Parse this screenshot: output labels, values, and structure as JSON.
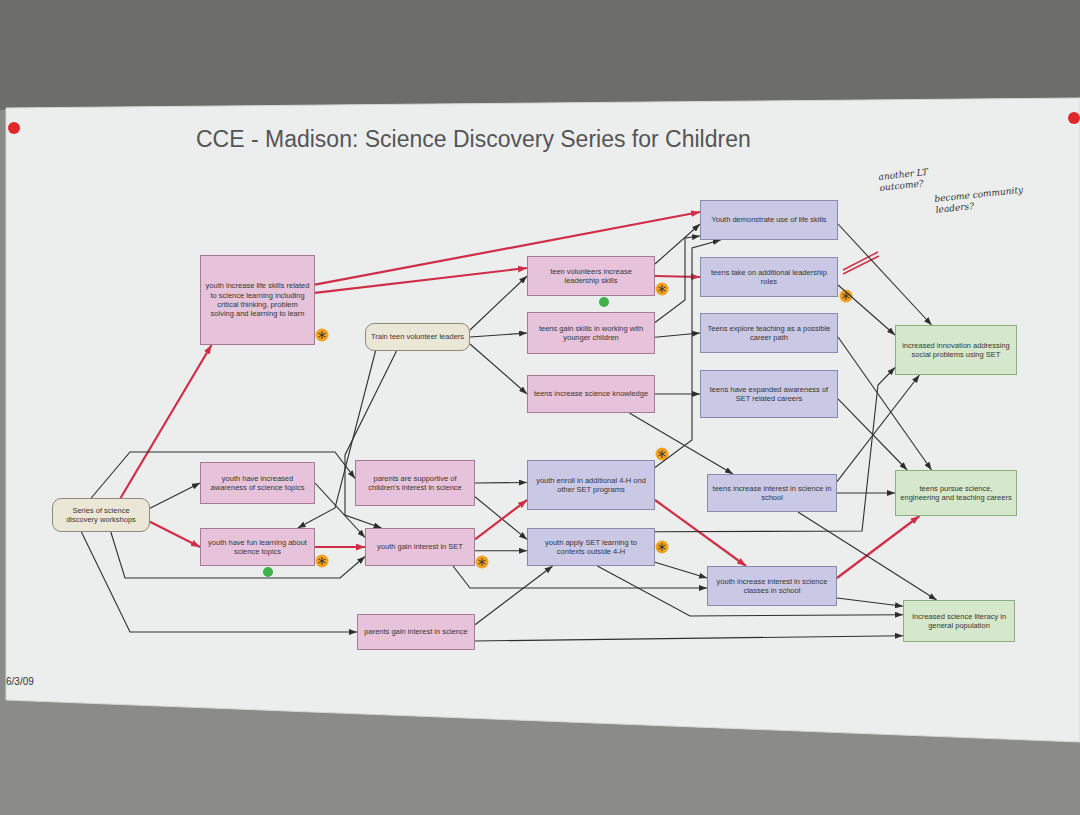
{
  "diagram": {
    "title": "CCE - Madison: Science Discovery Series for Children",
    "nodes": [
      {
        "text": [
          "Series of science discovery workshops"
        ]
      },
      {
        "text": [
          "youth increase life skills related to science learning including critical thinking, problem solving and learning to learn"
        ]
      },
      {
        "text": [
          "youth have increased awareness of science topics"
        ]
      },
      {
        "text": [
          "youth have fun learning about science topics"
        ]
      },
      {
        "text": [
          "Train teen volunteer leaders"
        ]
      },
      {
        "text": [
          "parents are supportive of children's interest in science"
        ]
      },
      {
        "text": [
          "youth gain interest in SET"
        ]
      },
      {
        "text": [
          "parents gain interest in science"
        ]
      },
      {
        "text": [
          "teen volunteers increase leadership skills"
        ]
      },
      {
        "text": [
          "teens gain skills in working with younger children"
        ]
      },
      {
        "text": [
          "teens increase science knowledge"
        ]
      },
      {
        "text": [
          "youth enroll in additional 4-H ond other SET programs"
        ]
      },
      {
        "text": [
          "youth apply SET learning to contexts outside 4-H"
        ]
      },
      {
        "text": [
          "Youth demonstrate use of life skills"
        ]
      },
      {
        "text": [
          "teens take on additional leadership roles"
        ]
      },
      {
        "text": [
          "Teens explore teaching as a possible career path"
        ]
      },
      {
        "text": [
          "teens have expanded awareness of SET related careers"
        ]
      },
      {
        "text": [
          "teens increase interest in science in school"
        ]
      },
      {
        "text": [
          "youth increase interest in science classes in school"
        ]
      },
      {
        "text": [
          "increased innovation addressing social problems using SET"
        ]
      },
      {
        "text": [
          "teens pursue science, engineering and teaching careers"
        ]
      },
      {
        "text": [
          "Increased science literacy in general population"
        ]
      }
    ],
    "edges": [
      {
        "from": 0,
        "to": 1,
        "arrow": "to"
      },
      {
        "from": 0,
        "to": 2,
        "arrow": "to"
      },
      {
        "from": 0,
        "to": 3,
        "arrow": "to"
      },
      {
        "from": 0,
        "to": 6,
        "arrow": "to"
      },
      {
        "from": 0,
        "to": 5,
        "arrow": "to"
      },
      {
        "from": 0,
        "to": 7,
        "arrow": "to"
      },
      {
        "from": 2,
        "to": 6,
        "arrow": "to"
      },
      {
        "from": 3,
        "to": 6,
        "arrow": "to"
      },
      {
        "from": 4,
        "to": 3,
        "arrow": "to"
      },
      {
        "from": 4,
        "to": 6,
        "arrow": "to"
      },
      {
        "from": 4,
        "to": 8,
        "arrow": "to"
      },
      {
        "from": 4,
        "to": 9,
        "arrow": "to"
      },
      {
        "from": 4,
        "to": 10,
        "arrow": "to"
      },
      {
        "from": 1,
        "to": 13,
        "arrow": "to"
      },
      {
        "from": 1,
        "to": 8,
        "arrow": "to"
      },
      {
        "from": 5,
        "to": 11,
        "arrow": "to"
      },
      {
        "from": 5,
        "to": 12,
        "arrow": "to"
      },
      {
        "from": 6,
        "to": 11,
        "arrow": "to"
      },
      {
        "from": 6,
        "to": 12,
        "arrow": "to"
      },
      {
        "from": 6,
        "to": 18,
        "arrow": "to"
      },
      {
        "from": 7,
        "to": 12,
        "arrow": "to"
      },
      {
        "from": 7,
        "to": 21,
        "arrow": "to"
      },
      {
        "from": 8,
        "to": 14,
        "arrow": "to"
      },
      {
        "from": 8,
        "to": 13,
        "arrow": "to"
      },
      {
        "from": 9,
        "to": 13,
        "arrow": "to"
      },
      {
        "from": 9,
        "to": 15,
        "arrow": "to"
      },
      {
        "from": 10,
        "to": 16,
        "arrow": "to"
      },
      {
        "from": 10,
        "to": 17,
        "arrow": "to"
      },
      {
        "from": 11,
        "to": 13,
        "arrow": "to"
      },
      {
        "from": 11,
        "to": 18,
        "arrow": "to"
      },
      {
        "from": 12,
        "to": 19,
        "arrow": "to"
      },
      {
        "from": 12,
        "to": 18,
        "arrow": "to"
      },
      {
        "from": 12,
        "to": 21,
        "arrow": "to"
      },
      {
        "from": 13,
        "to": 19,
        "arrow": "to"
      },
      {
        "from": 14,
        "to": 19,
        "arrow": "to"
      },
      {
        "from": 15,
        "to": 20,
        "arrow": "to"
      },
      {
        "from": 16,
        "to": 20,
        "arrow": "to"
      },
      {
        "from": 17,
        "to": 19,
        "arrow": "to"
      },
      {
        "from": 17,
        "to": 20,
        "arrow": "to"
      },
      {
        "from": 18,
        "to": 20,
        "arrow": "to"
      },
      {
        "from": 18,
        "to": 21,
        "arrow": "to"
      },
      {
        "from": 17,
        "to": 21,
        "arrow": "to"
      }
    ],
    "labels": [
      "another LT outcome?",
      "become community leaders?",
      "6/3/09"
    ]
  }
}
